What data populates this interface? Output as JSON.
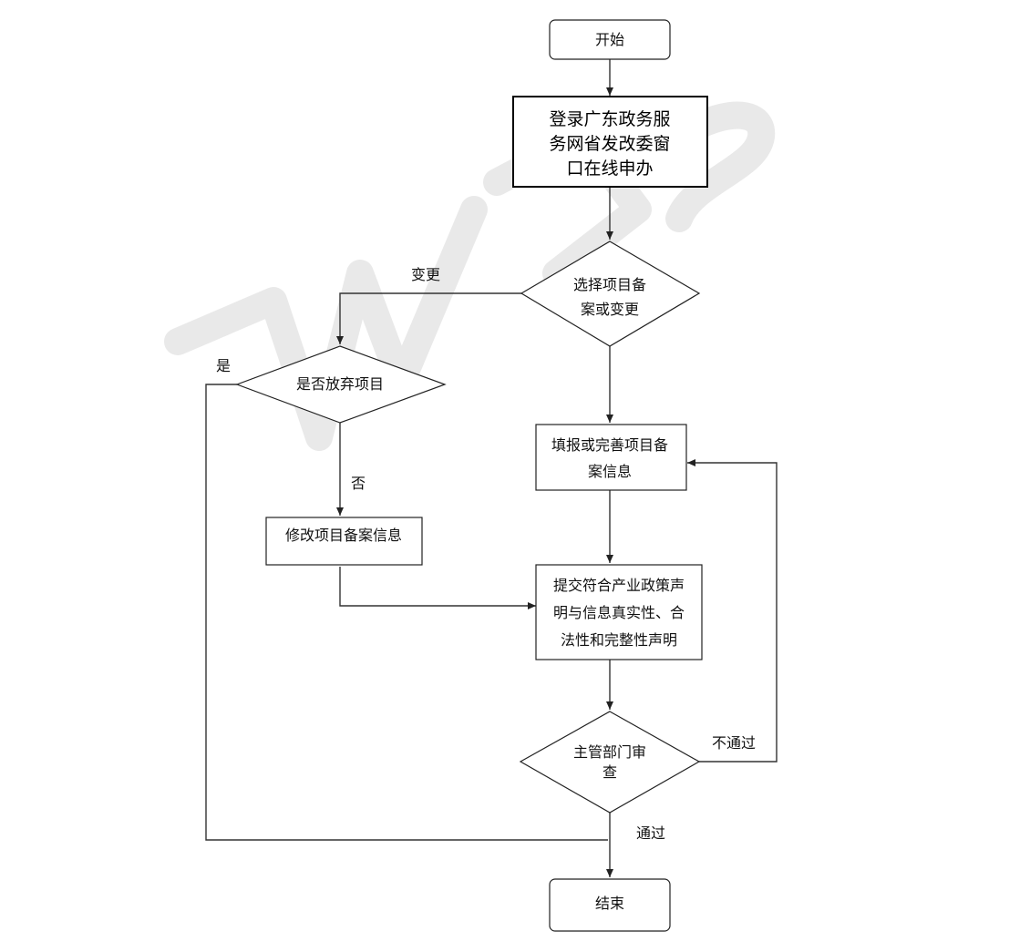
{
  "nodes": {
    "start": "开始",
    "login": [
      "登录广东政务服",
      "务网省发改委窗",
      "口在线申办"
    ],
    "choose": [
      "选择项目备",
      "案或变更"
    ],
    "abandon": "是否放弃项目",
    "modify": "修改项目备案信息",
    "fill": [
      "填报或完善项目备",
      "案信息"
    ],
    "submit": [
      "提交符合产业政策声",
      "明与信息真实性、合",
      "法性和完整性声明"
    ],
    "review": [
      "主管部门审",
      "查"
    ],
    "end": "结束"
  },
  "edge_labels": {
    "change": "变更",
    "yes": "是",
    "no": "否",
    "fail": "不通过",
    "pass": "通过"
  }
}
